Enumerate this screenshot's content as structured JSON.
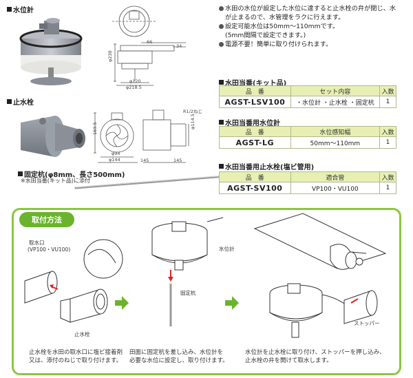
{
  "sections": {
    "water_meter": "水位計",
    "stop_valve": "止水栓",
    "stake": "固定杭(φ8mm、長さ500mm)",
    "stake_note": "※水田当番(キット品)に添付"
  },
  "bullets": [
    {
      "text": "水田の水位が設定した水位に達すると止水栓の弁が閉じ、水",
      "cont": "が止まるので、水管理をラクに行えます。"
    },
    {
      "text": "設定可能水位は50mm～110mmです。",
      "cont": "(5mm間隔で設定できます。)"
    },
    {
      "text": "電源不要！簡単に取り付けられます。",
      "cont": ""
    }
  ],
  "tables": [
    {
      "title": "水田当番(キット品)",
      "headers": [
        "品　番",
        "セット内容",
        "入数"
      ],
      "row": [
        "AGST-LSV100",
        "・水位計 ・止水栓 ・固定杭",
        "1"
      ]
    },
    {
      "title": "水田当番用水位計",
      "headers": [
        "品　番",
        "水位感知幅",
        "入数"
      ],
      "row": [
        "AGST-LG",
        "50mm～110mm",
        "1"
      ]
    },
    {
      "title": "水田当番用止水栓(塩ビ管用)",
      "headers": [
        "品　番",
        "適合管",
        "入数"
      ],
      "row": [
        "AGST-SV100",
        "VP100・VU100",
        "1"
      ]
    }
  ],
  "dims": {
    "d230": "φ230",
    "d120": "φ120",
    "d218": "φ218.5",
    "w66": "66",
    "w34": "34",
    "h169": "169.5",
    "d94": "φ94",
    "d144": "φ144",
    "d114": "φ114.5",
    "w145a": "145",
    "w145b": "145",
    "screw": "R1/2ねじ"
  },
  "install": {
    "title": "取付方法",
    "outlet_label": "取水口",
    "outlet_sub": "(VP100・VU100)",
    "valve_label": "止水栓",
    "meter_label": "水位計",
    "stake_label": "固定杭",
    "stopper_label": "ストッパー",
    "step1": [
      "止水栓を水田の取水口に塩ビ接着剤",
      "又は、添付のねじで取り付けます。"
    ],
    "step2": [
      "田面に固定杭を差し込み、水位計を",
      "必要な水位に設定し、取り付けます。"
    ],
    "step3": [
      "水位計を止水栓に取り付け、ストッパーを押し込み、",
      "止水栓の弁を開けて取水します。"
    ]
  },
  "colors": {
    "accent": "#8cc63f",
    "badge": "#6ab42d",
    "table_header": "#e7efb2"
  }
}
